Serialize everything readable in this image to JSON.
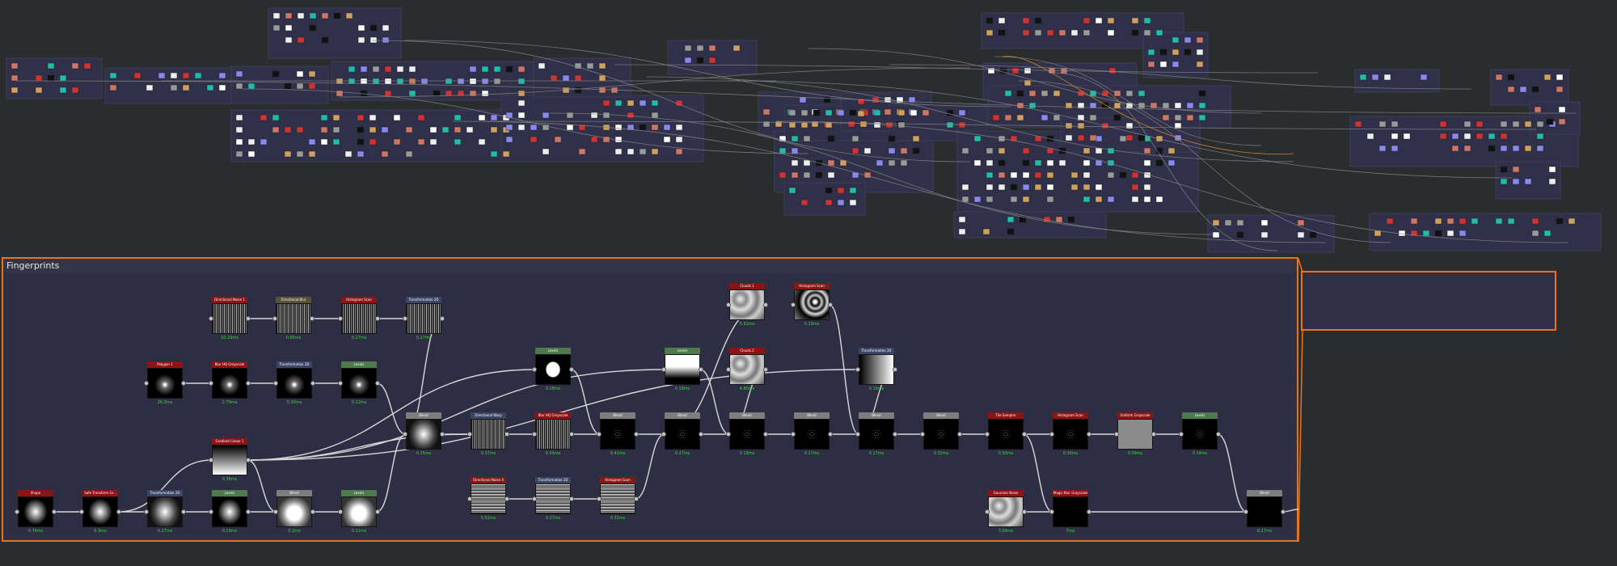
{
  "frame": {
    "title": "Fingerprints",
    "accent": "#e8741c"
  },
  "nodes": [
    {
      "id": "directional-noise-1",
      "title": "Directional Noise 1",
      "time": "10.29ms",
      "header": "red",
      "thumb": "noise"
    },
    {
      "id": "directional-blur",
      "title": "Directional Blur",
      "time": "0.65ms",
      "header": "olive",
      "thumb": "noise"
    },
    {
      "id": "histogram-scan-1",
      "title": "Histogram Scan",
      "time": "0.27ms",
      "header": "red",
      "thumb": "noise"
    },
    {
      "id": "transformation-2d-1",
      "title": "Transformation 2D",
      "time": "0.27ms",
      "header": "navy",
      "thumb": "noise"
    },
    {
      "id": "clouds-1",
      "title": "Clouds 1",
      "time": "5.52ms",
      "header": "red",
      "thumb": "cloud"
    },
    {
      "id": "histogram-scan-2",
      "title": "Histogram Scan",
      "time": "0.19ms",
      "header": "red",
      "thumb": "cloudbw"
    },
    {
      "id": "polygon-1",
      "title": "Polygon 1",
      "time": "26.0ms",
      "header": "red",
      "thumb": "tri"
    },
    {
      "id": "blur-hq-grayscale-1",
      "title": "Blur HQ Grayscale",
      "time": "2.79ms",
      "header": "red",
      "thumb": "tri"
    },
    {
      "id": "transformation-2d-2",
      "title": "Transformation 2D",
      "time": "0.30ms",
      "header": "navy",
      "thumb": "tri"
    },
    {
      "id": "levels-1",
      "title": "Levels",
      "time": "0.22ms",
      "header": "green",
      "thumb": "tri"
    },
    {
      "id": "levels-2",
      "title": "Levels",
      "time": "0.28ms",
      "header": "green",
      "thumb": "blob"
    },
    {
      "id": "levels-3",
      "title": "Levels",
      "time": "0.19ms",
      "header": "green",
      "thumb": "hbar"
    },
    {
      "id": "clouds-2",
      "title": "Clouds 2",
      "time": "4.80ms",
      "header": "red",
      "thumb": "cloud"
    },
    {
      "id": "transformation-2d-3",
      "title": "Transformation 2D",
      "time": "0.19ms",
      "header": "navy",
      "thumb": "hgrad"
    },
    {
      "id": "gradient-linear-1",
      "title": "Gradient Linear 1",
      "time": "0.36ms",
      "header": "red",
      "thumb": "vgrad"
    },
    {
      "id": "blend-1",
      "title": "Blend",
      "time": "0.25ms",
      "header": "gray",
      "thumb": "glow"
    },
    {
      "id": "directional-warp",
      "title": "Directional Warp",
      "time": "0.37ms",
      "header": "navy",
      "thumb": "noise"
    },
    {
      "id": "blur-hq-grayscale-2",
      "title": "Blur HQ Grayscale",
      "time": "0.50ms",
      "header": "red",
      "thumb": "noise"
    },
    {
      "id": "blend-2",
      "title": "Blend",
      "time": "0.41ms",
      "header": "gray",
      "thumb": "finger"
    },
    {
      "id": "blend-3",
      "title": "Blend",
      "time": "0.27ms",
      "header": "gray",
      "thumb": "finger"
    },
    {
      "id": "blend-4",
      "title": "Blend",
      "time": "0.19ms",
      "header": "gray",
      "thumb": "finger"
    },
    {
      "id": "blend-5",
      "title": "Blend",
      "time": "0.17ms",
      "header": "gray",
      "thumb": "finger"
    },
    {
      "id": "blend-6",
      "title": "Blend",
      "time": "0.17ms",
      "header": "gray",
      "thumb": "finger"
    },
    {
      "id": "blend-7",
      "title": "Blend",
      "time": "0.32ms",
      "header": "gray",
      "thumb": "finger"
    },
    {
      "id": "tile-sampler",
      "title": "Tile Sampler",
      "time": "0.93ms",
      "header": "red",
      "thumb": "finger"
    },
    {
      "id": "histogram-scan-3",
      "title": "Histogram Scan",
      "time": "0.30ms",
      "header": "red",
      "thumb": "finger"
    },
    {
      "id": "uniform-grayscale",
      "title": "Uniform Grayscale",
      "time": "0.09ms",
      "header": "red",
      "thumb": "gray"
    },
    {
      "id": "levels-4",
      "title": "Levels",
      "time": "0.14ms",
      "header": "green",
      "thumb": "finger"
    },
    {
      "id": "directional-noise-4",
      "title": "Directional Noise 4",
      "time": "5.52ms",
      "header": "red",
      "thumb": "hnoise"
    },
    {
      "id": "transformation-2d-4",
      "title": "Transformation 2D",
      "time": "0.27ms",
      "header": "navy",
      "thumb": "hnoise"
    },
    {
      "id": "histogram-scan-4",
      "title": "Histogram Scan",
      "time": "0.31ms",
      "header": "red",
      "thumb": "hnoise"
    },
    {
      "id": "shape",
      "title": "Shape",
      "time": "0.74ms",
      "header": "red",
      "thumb": "shape"
    },
    {
      "id": "safe-transform",
      "title": "Safe Transform Gr...",
      "time": "0.3ms",
      "header": "red",
      "thumb": "shape"
    },
    {
      "id": "transformation-2d-5",
      "title": "Transformation 2D",
      "time": "0.27ms",
      "header": "navy",
      "thumb": "glow"
    },
    {
      "id": "levels-5",
      "title": "Levels",
      "time": "0.19ms",
      "header": "green",
      "thumb": "shape"
    },
    {
      "id": "blend-8",
      "title": "Blend",
      "time": "0.2ms",
      "header": "gray",
      "thumb": "whiteshape"
    },
    {
      "id": "levels-6",
      "title": "Levels",
      "time": "0.21ms",
      "header": "green",
      "thumb": "whiteshape"
    },
    {
      "id": "gaussian-noise",
      "title": "Gaussian Noise",
      "time": "3.69ms",
      "header": "red",
      "thumb": "cloud"
    },
    {
      "id": "magic-blur-grayscale",
      "title": "Magic Blur Grayscale",
      "time": "7ms",
      "header": "red",
      "thumb": "black"
    },
    {
      "id": "blend-9",
      "title": "Blend",
      "time": "0.27ms",
      "header": "gray",
      "thumb": "black"
    }
  ],
  "colors": {
    "background": "#2b2c2e",
    "frame": "#2f3045",
    "time_text": "#3ed63e"
  }
}
